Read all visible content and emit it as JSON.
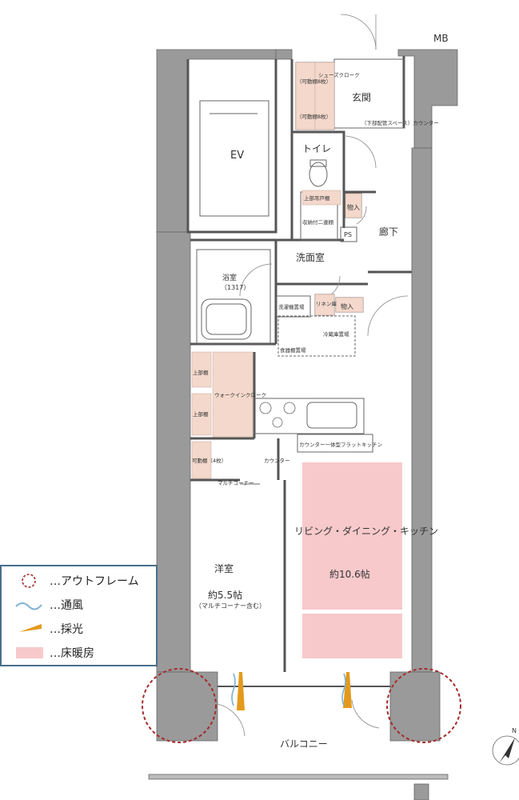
{
  "labels": {
    "mb": "MB",
    "ev": "EV",
    "genkan": "玄関",
    "toilet": "トイレ",
    "shoes_cloak": "シューズクローク",
    "movable_shelf_8_a": "（可動棚8枚）",
    "movable_shelf_8_b": "（可動棚8枚）",
    "distribution_space": "（下部配管スペース）カウンター",
    "upper_shelf_a": "上部吊戸棚",
    "storage_shelf": "収納付二連棚",
    "nyu_a": "物入",
    "ps": "PS",
    "rouka": "廊下",
    "senmen": "洗面室",
    "yokushitsu": "浴室",
    "yokushitsu_size": "（1317）",
    "washer": "洗濯機置場",
    "linen": "リネン庫",
    "nyu_b": "物入",
    "fridge": "冷蔵庫置場",
    "dish_shelf": "食器棚置場",
    "upper_shelf_b": "上部棚",
    "upper_shelf_c": "上部棚",
    "walk_in": "ウォークインクローク",
    "movable_shelf_4": "可動棚（4枚）",
    "multi_corner": "マルチコーナー",
    "counter_small": "カウンター",
    "counter_kitchen": "カウンター一体型フラットキッチン",
    "ldk": "リビング・ダイニング・キッチン",
    "ldk_size": "約10.6帖",
    "yoshitsu": "洋室",
    "yoshitsu_size": "約5.5帖",
    "yoshitsu_note": "（マルチコーナー含む）",
    "balcony": "バルコニー",
    "north": "N"
  },
  "legend": {
    "items": [
      {
        "label": "…アウトフレーム",
        "symbol": "outframe-circle"
      },
      {
        "label": "…通風",
        "symbol": "ventilation-wave"
      },
      {
        "label": "…採光",
        "symbol": "daylight-triangle"
      },
      {
        "label": "…床暖房",
        "symbol": "floor-heating-fill"
      }
    ]
  },
  "colors": {
    "wall": "#9a9a9a",
    "wall_dark": "#7d7d7d",
    "line": "#555555",
    "floor_heating": "#f7c9cb",
    "storage_tint": "#f3d8cb",
    "outframe": "#a52a2a",
    "daylight": "#e39a1c",
    "ventilation": "#7fb2d4",
    "legend_border": "#4a6e8a"
  }
}
